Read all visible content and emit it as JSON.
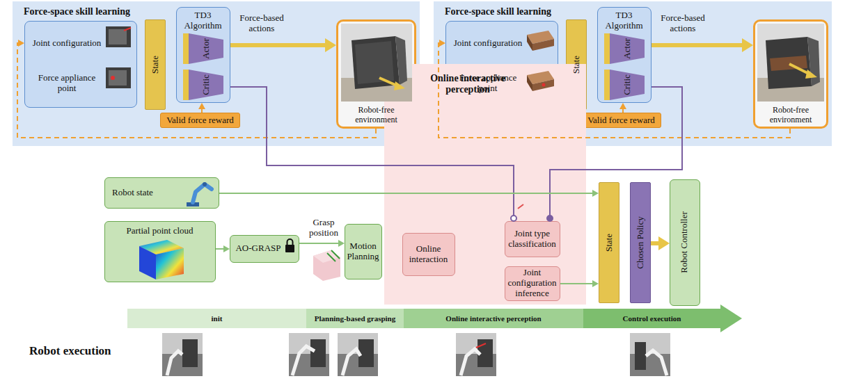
{
  "diagram": {
    "nodes": [
      {
        "text": [
          "Force-space skill learning"
        ]
      },
      {
        "text": [
          "Joint configuration",
          "Force appliance point"
        ],
        "in": 0
      },
      {
        "text": [
          "State"
        ],
        "in": 0
      },
      {
        "text": [
          "TD3 Algorithm",
          "Actor",
          "Critic"
        ],
        "in": 0
      },
      {
        "text": [
          "Robot-free environment"
        ],
        "in": 0
      },
      {
        "text": [
          "Valid force reward"
        ],
        "in": 0
      },
      {
        "text": [
          "Force-space skill learning"
        ]
      },
      {
        "text": [
          "Joint configuration",
          "Force appliance point"
        ],
        "in": 6
      },
      {
        "text": [
          "State"
        ],
        "in": 6
      },
      {
        "text": [
          "TD3 Algorithm",
          "Actor",
          "Critic"
        ],
        "in": 6
      },
      {
        "text": [
          "Robot-free environment"
        ],
        "in": 6
      },
      {
        "text": [
          "Valid force reward"
        ],
        "in": 6
      },
      {
        "text": [
          "Robot state"
        ]
      },
      {
        "text": [
          "Partial point cloud"
        ]
      },
      {
        "text": [
          "AO-GRASP"
        ]
      },
      {
        "text": [
          "Motion Planning"
        ]
      },
      {
        "text": [
          "Online interactive perception"
        ]
      },
      {
        "text": [
          "Online interaction"
        ],
        "in": 16
      },
      {
        "text": [
          "Joint type classification"
        ],
        "in": 16
      },
      {
        "text": [
          "Joint configuration inference"
        ],
        "in": 16
      },
      {
        "text": [
          "State"
        ]
      },
      {
        "text": [
          "Chosen Policy"
        ]
      },
      {
        "text": [
          "Robot Controller"
        ]
      },
      {
        "text": [
          "init"
        ]
      },
      {
        "text": [
          "Planning-based grasping"
        ]
      },
      {
        "text": [
          "Online interactive perception"
        ]
      },
      {
        "text": [
          "Control execution"
        ]
      }
    ],
    "edges": [
      {
        "from": 3,
        "to": 4,
        "arrow": "to",
        "label": "Force-based actions"
      },
      {
        "from": 4,
        "to": 1,
        "arrow": "to"
      },
      {
        "from": 5,
        "to": 3,
        "arrow": "to"
      },
      {
        "from": 9,
        "to": 10,
        "arrow": "to",
        "label": "Force-based actions"
      },
      {
        "from": 10,
        "to": 7,
        "arrow": "to"
      },
      {
        "from": 11,
        "to": 9,
        "arrow": "to"
      },
      {
        "from": 3,
        "to": 18,
        "arrow": "none"
      },
      {
        "from": 9,
        "to": 18,
        "arrow": "none"
      },
      {
        "from": 12,
        "to": 20,
        "arrow": "to"
      },
      {
        "from": 13,
        "to": 14,
        "arrow": "to"
      },
      {
        "from": 14,
        "to": 15,
        "arrow": "to",
        "label": "Grasp position"
      },
      {
        "from": 19,
        "to": 20,
        "arrow": "to"
      },
      {
        "from": 21,
        "to": 22,
        "arrow": "to"
      }
    ],
    "labels": [
      "Robot execution"
    ]
  }
}
